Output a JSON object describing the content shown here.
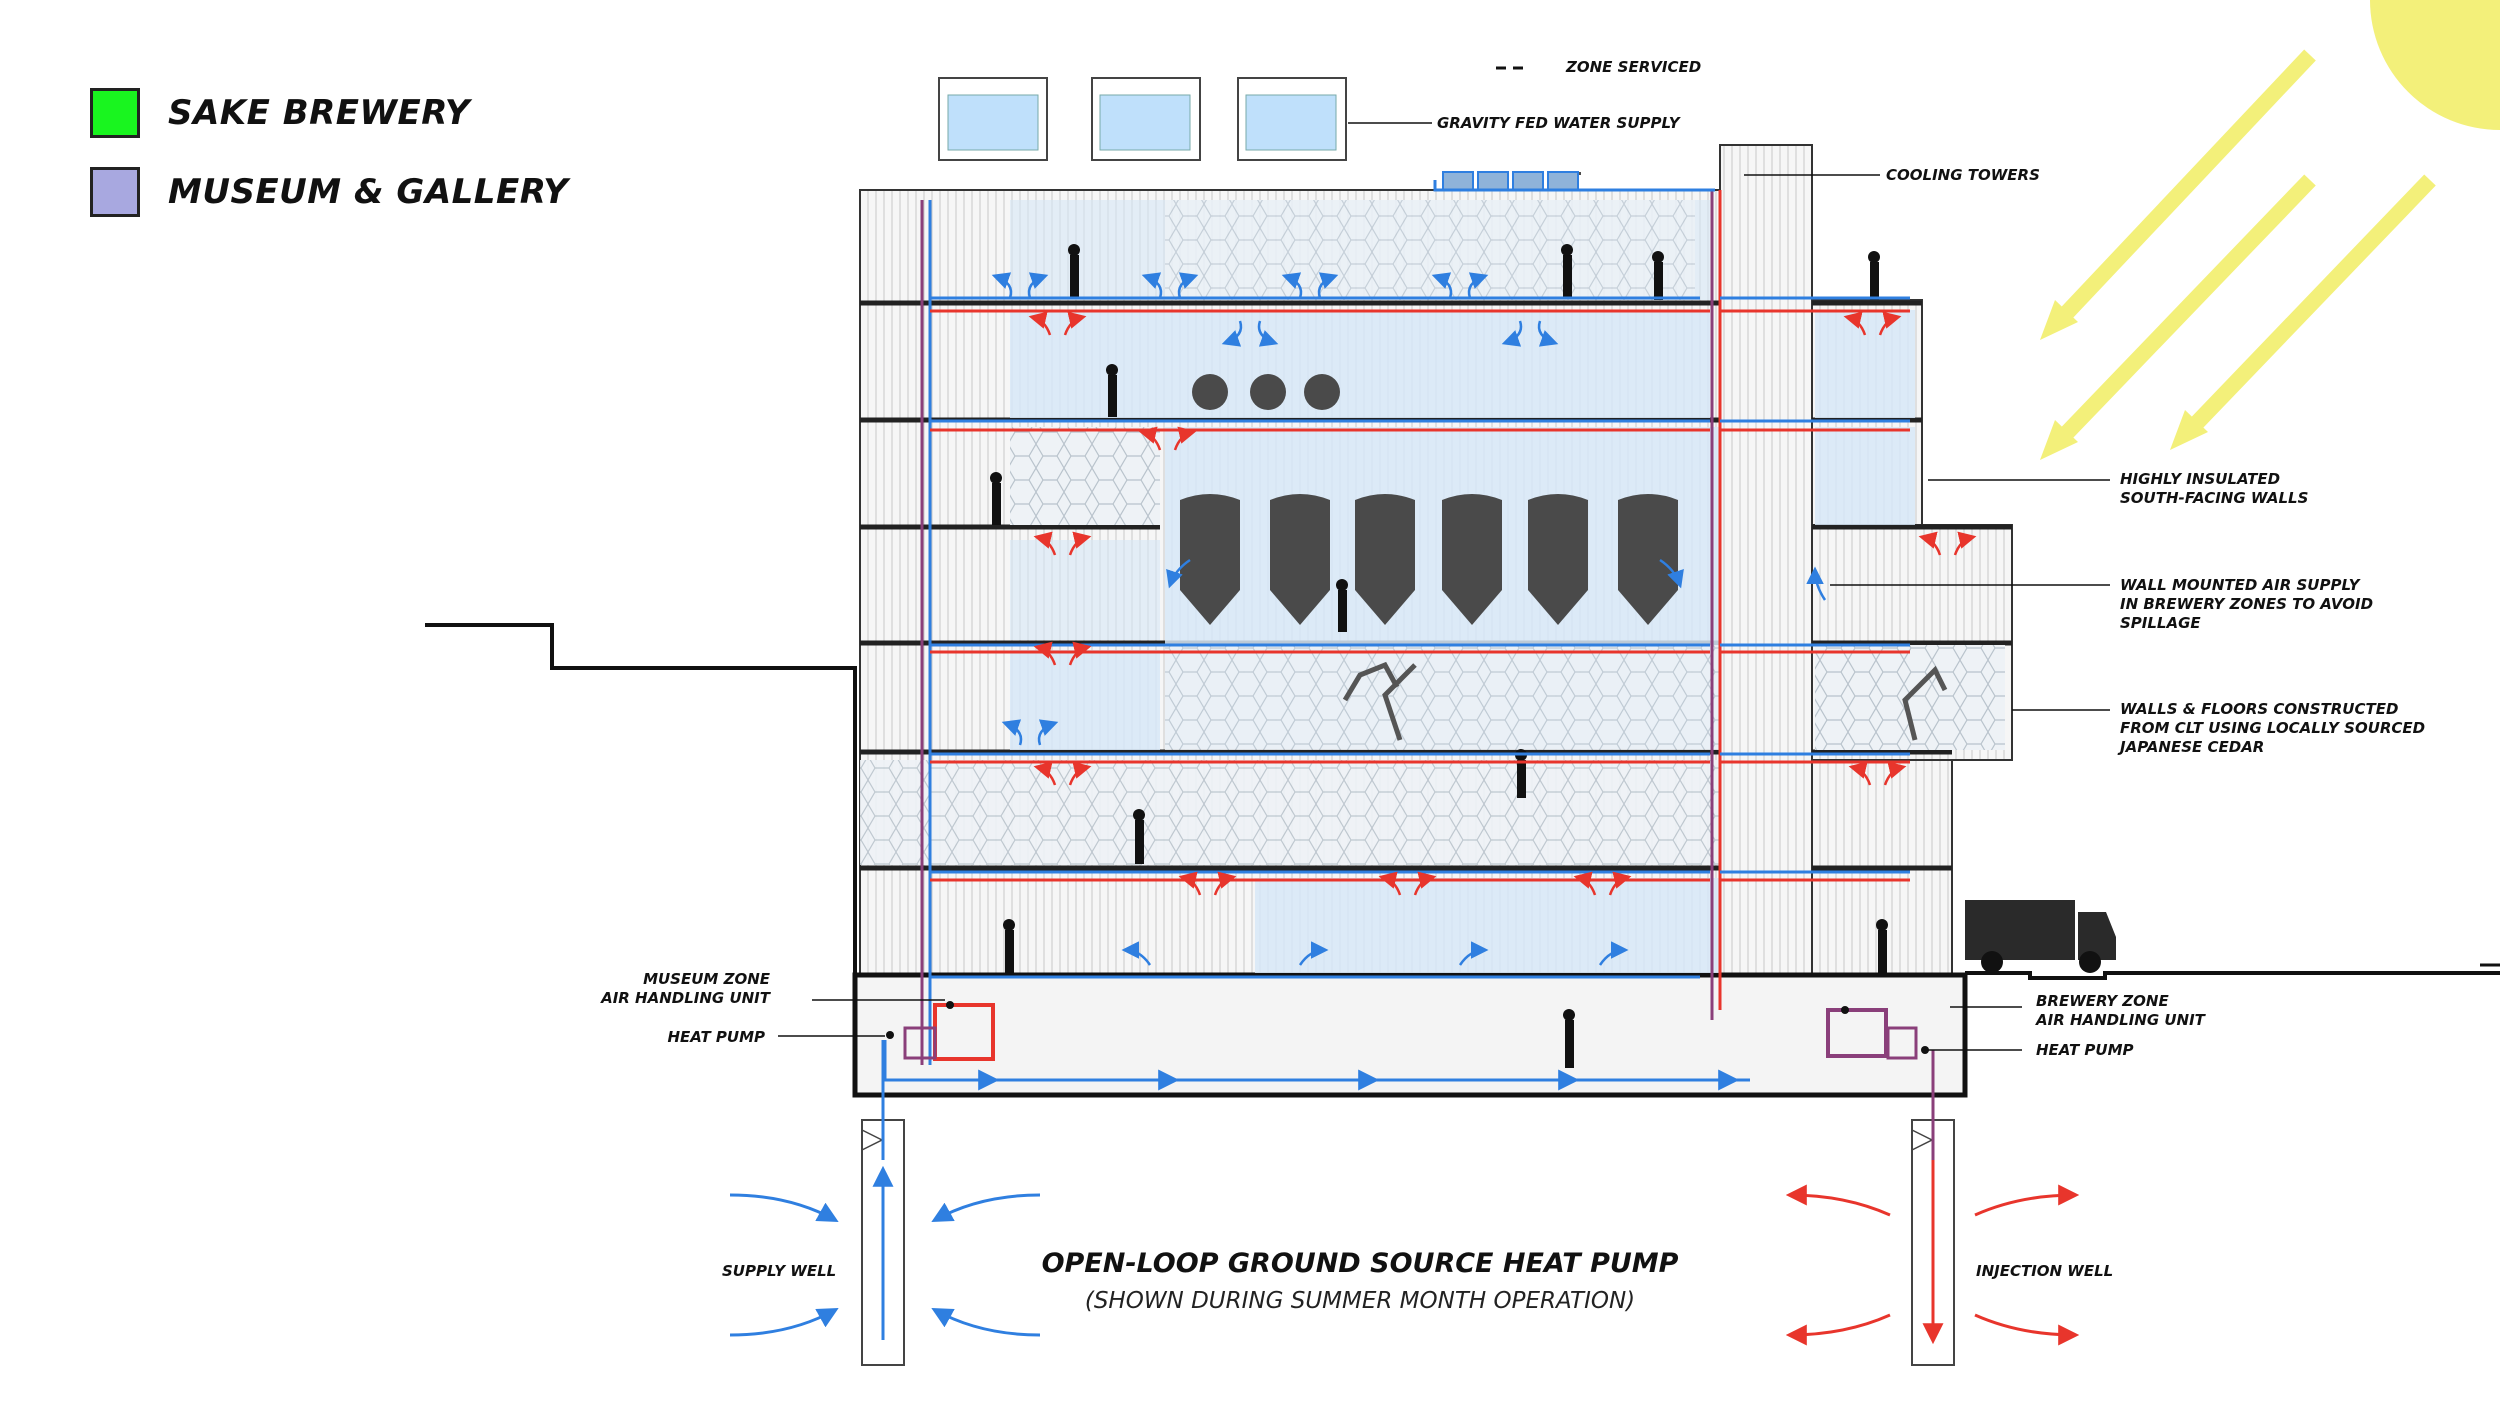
{
  "legend": [
    {
      "label": "SAKE BREWERY",
      "color": "#19f51f"
    },
    {
      "label": "MUSEUM & GALLERY",
      "color": "#a8a8e0"
    }
  ],
  "labels": {
    "zone_serviced": "ZONE SERVICED",
    "gravity_water": "GRAVITY FED WATER SUPPLY",
    "cooling_towers": "COOLING TOWERS",
    "insulated_walls_1": "HIGHLY INSULATED",
    "insulated_walls_2": "SOUTH-FACING WALLS",
    "wall_air_1": "WALL MOUNTED AIR SUPPLY",
    "wall_air_2": "IN BREWERY ZONES TO AVOID",
    "wall_air_3": "SPILLAGE",
    "clt_1": "WALLS & FLOORS CONSTRUCTED",
    "clt_2": "FROM CLT USING LOCALLY SOURCED",
    "clt_3": "JAPANESE CEDAR",
    "museum_ahu_1": "MUSEUM ZONE",
    "museum_ahu_2": "AIR HANDLING UNIT",
    "heat_pump_left": "HEAT PUMP",
    "brewery_ahu_1": "BREWERY ZONE",
    "brewery_ahu_2": "AIR HANDLING UNIT",
    "heat_pump_right": "HEAT PUMP",
    "supply_well": "SUPPLY WELL",
    "injection_well": "INJECTION WELL"
  },
  "title": "OPEN-LOOP GROUND SOURCE HEAT PUMP",
  "subtitle": "(SHOWN DURING SUMMER MONTH OPERATION)",
  "colors": {
    "supply_air": "#2f7fe0",
    "return_air": "#e8352c",
    "mixed_duct": "#8a3f7a",
    "sun": "#f3f07a",
    "zone_fill": "#d7e8f7",
    "tank": "#4a4a4a",
    "water": "#bfe0fb"
  },
  "icons": [
    "sun-icon",
    "truck-icon",
    "person-icon",
    "fermentation-tank-icon",
    "robot-arm-icon"
  ]
}
